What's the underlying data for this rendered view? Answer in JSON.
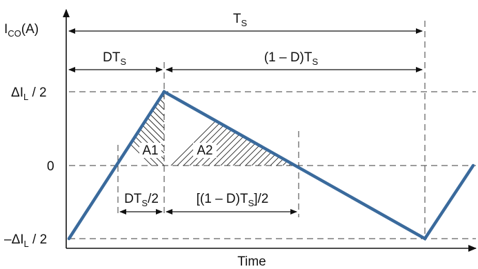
{
  "labels": {
    "y_axis": {
      "main": "I",
      "sub": "CO",
      "suffix": "(A)"
    },
    "x_axis": "Time",
    "period": {
      "main": "T",
      "sub": "S"
    },
    "on_time": {
      "main": "DT",
      "sub": "S"
    },
    "off_time": {
      "main": "(1 – D)T",
      "sub": "S"
    },
    "ripple_pos": {
      "main": "ΔI",
      "sub": "L",
      "suffix": " / 2"
    },
    "zero": "0",
    "ripple_neg": {
      "main": "–ΔI",
      "sub": "L",
      "suffix": " / 2"
    },
    "area_1": "A1",
    "area_2": "A2",
    "half_on": {
      "main": "DT",
      "sub": "S",
      "suffix": "/2"
    },
    "half_off": {
      "prefix": "[(1 – D)T",
      "sub": "S",
      "suffix": "]/2"
    }
  },
  "colors": {
    "waveform": "#3a6a9c"
  }
}
